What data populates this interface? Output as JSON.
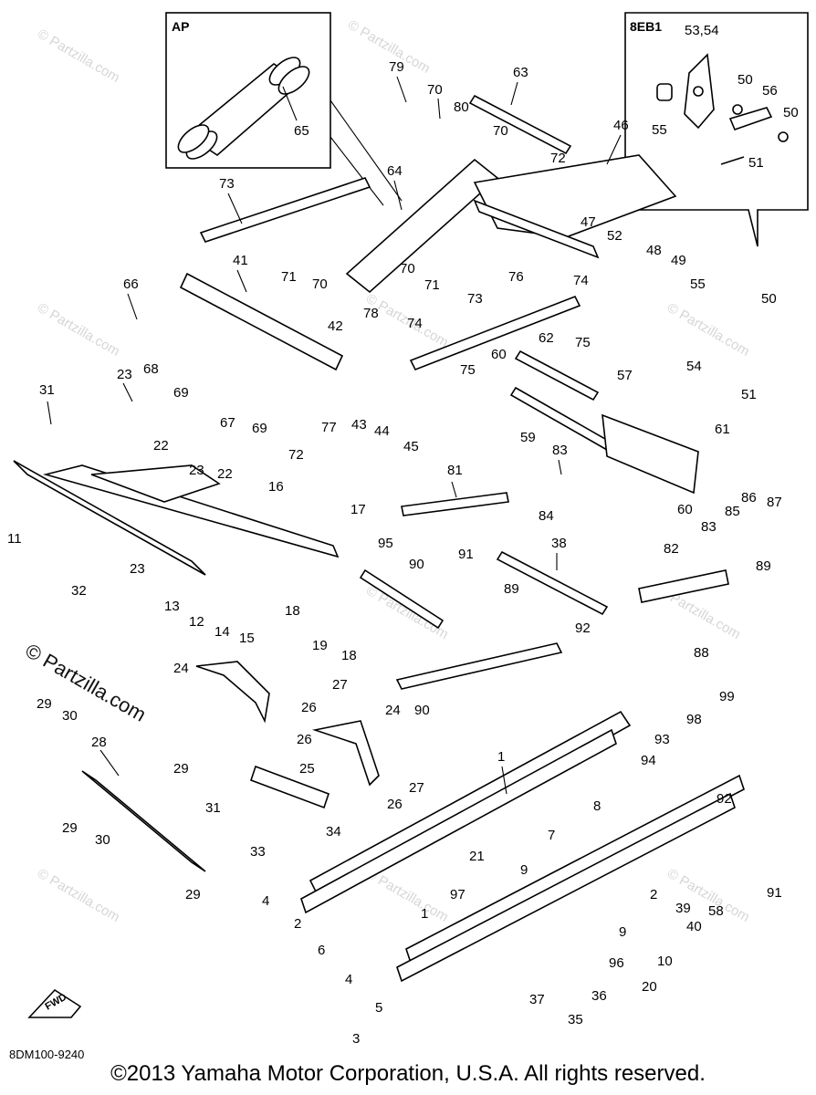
{
  "insets": [
    {
      "id": "ap",
      "label": "AP",
      "parts": [
        "65"
      ]
    },
    {
      "id": "8eb1",
      "label": "8EB1",
      "parts": [
        "53,54",
        "50",
        "56",
        "55",
        "51"
      ]
    }
  ],
  "callouts": [
    "1",
    "2",
    "3",
    "4",
    "5",
    "6",
    "7",
    "8",
    "9",
    "10",
    "11",
    "12",
    "13",
    "14",
    "15",
    "16",
    "17",
    "18",
    "19",
    "20",
    "21",
    "22",
    "23",
    "24",
    "25",
    "26",
    "27",
    "28",
    "29",
    "30",
    "31",
    "32",
    "33",
    "34",
    "35",
    "36",
    "37",
    "38",
    "39",
    "40",
    "41",
    "42",
    "43",
    "44",
    "45",
    "46",
    "47",
    "48",
    "49",
    "50",
    "51",
    "52",
    "53,54",
    "54",
    "55",
    "56",
    "57",
    "58",
    "59",
    "60",
    "61",
    "62",
    "63",
    "64",
    "65",
    "66",
    "67",
    "68",
    "69",
    "70",
    "71",
    "72",
    "73",
    "74",
    "75",
    "76",
    "77",
    "78",
    "79",
    "80",
    "81",
    "82",
    "83",
    "84",
    "85",
    "86",
    "87",
    "88",
    "89",
    "90",
    "91",
    "92",
    "93",
    "94",
    "95",
    "96",
    "97",
    "98",
    "99"
  ],
  "fwd_label": "FWD",
  "diagram_code": "8DM100-9240",
  "watermark": "© Partzilla.com",
  "watermark_small": "© Partzilla.com",
  "copyright": "©2013 Yamaha Motor Corporation, U.S.A. All rights reserved."
}
